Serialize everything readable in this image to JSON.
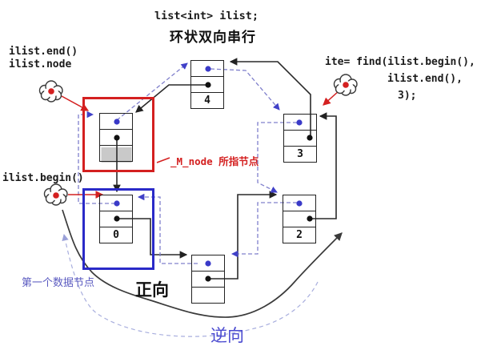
{
  "title": {
    "code_line": "list<int> ilist;",
    "subtitle": "环状双向串行"
  },
  "labels": {
    "end_label": "ilist.end()",
    "node_label": "ilist.node",
    "begin_label": "ilist.begin()",
    "find_line1": "ite= find(ilist.begin(),",
    "find_line2": "ilist.end(),",
    "find_line3": "3);",
    "m_node_label": "_M_node 所指节点",
    "first_data_label": "第一个数据节点",
    "forward_label": "正向",
    "backward_label": "逆向"
  },
  "nodes": {
    "sentinel": {
      "value": "",
      "role": "sentinel node pointed by _M_node"
    },
    "n0": {
      "value": "0",
      "role": "first data node"
    },
    "n1": {
      "value": "",
      "role": "data node"
    },
    "n2": {
      "value": "2",
      "role": "data node"
    },
    "n3": {
      "value": "3",
      "role": "node found by find()"
    },
    "n4": {
      "value": "4",
      "role": "last data node"
    }
  },
  "colors": {
    "red_accent": "#d42020",
    "blue_box": "#2a2ac8",
    "next_pointer_line": "#2a2a2a",
    "prev_pointer_line": "#8080cc",
    "prev_dot": "#3a3ac8",
    "next_dot": "#111111",
    "sentinel_data_fill": "#c9c9c9"
  }
}
